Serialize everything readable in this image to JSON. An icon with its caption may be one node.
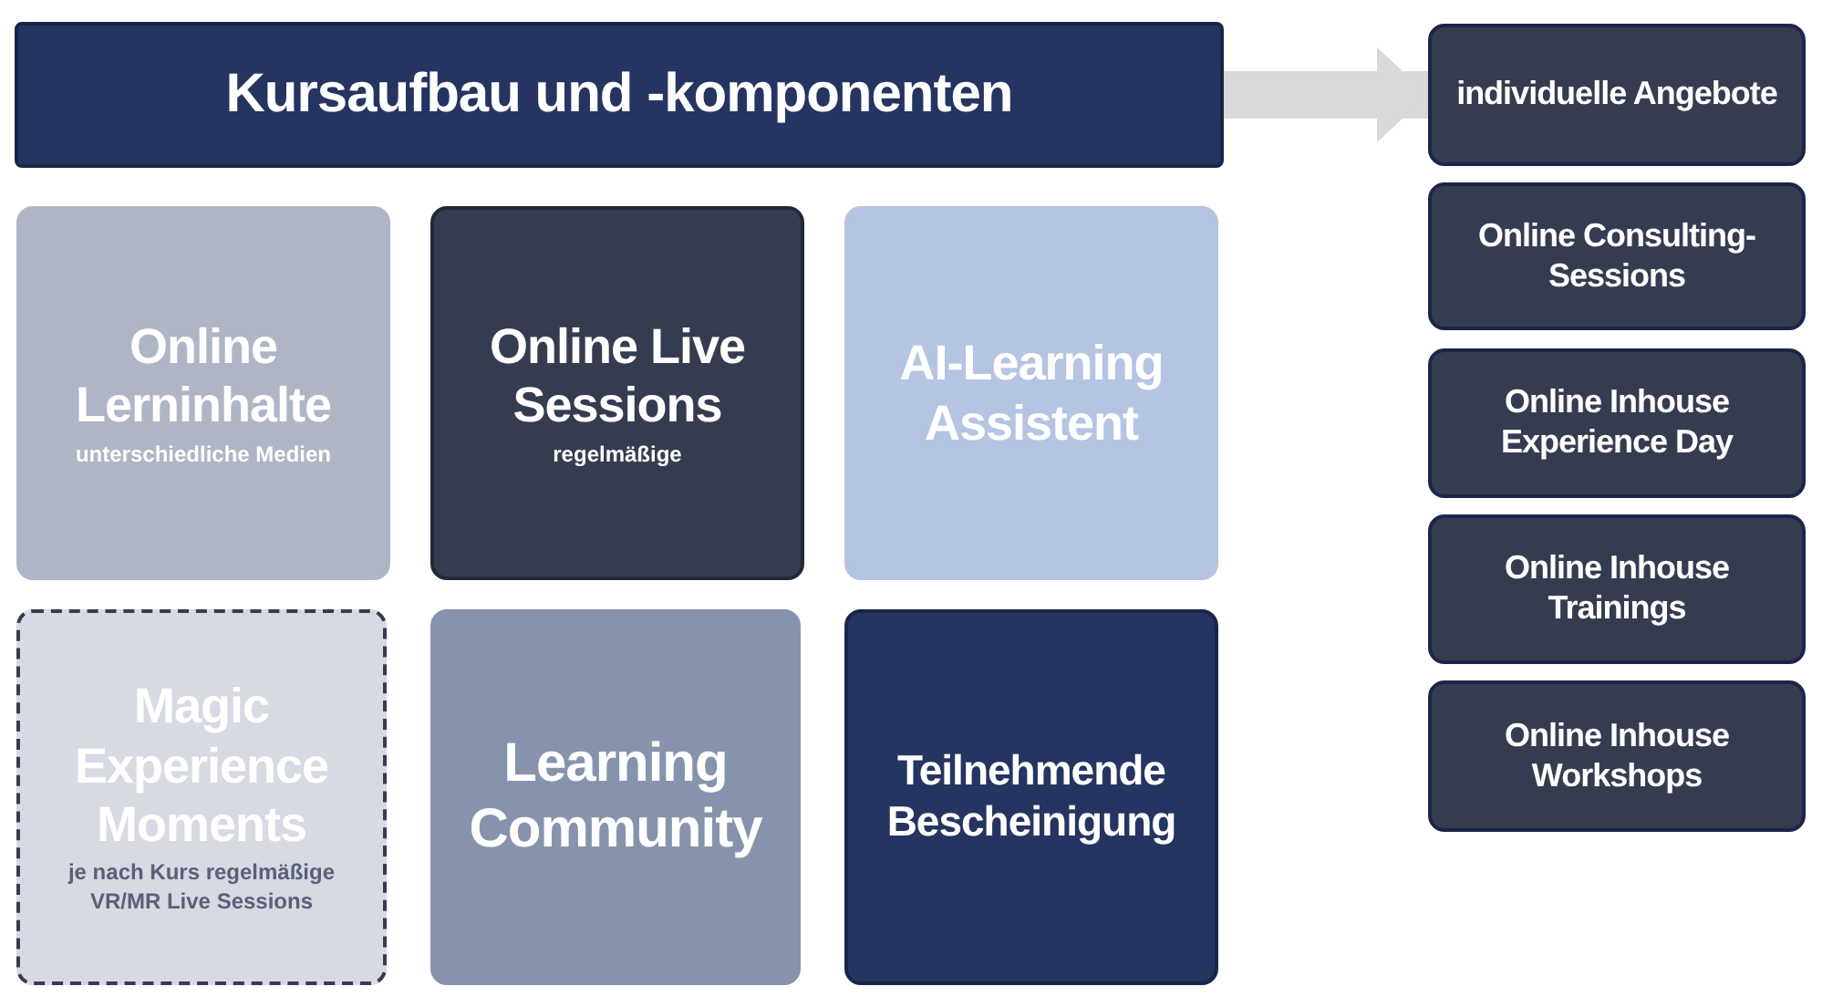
{
  "diagram": {
    "nodes": [
      {
        "text": [
          "Kursaufbau und -komponenten"
        ]
      },
      {
        "text": [
          "Online Lerninhalte",
          "unterschiedliche Medien"
        ]
      },
      {
        "text": [
          "Online Live Sessions",
          "regelmäßige"
        ]
      },
      {
        "text": [
          "AI-Learning Assistent"
        ]
      },
      {
        "text": [
          "Magic Experience Moments",
          "je nach Kurs regelmäßige VR/MR Live Sessions"
        ]
      },
      {
        "text": [
          "Learning Community"
        ]
      },
      {
        "text": [
          "Teilnehmende Bescheinigung"
        ]
      },
      {
        "text": [
          "individuelle Angebote"
        ]
      },
      {
        "text": [
          "Online Consulting-Sessions"
        ]
      },
      {
        "text": [
          "Online Inhouse Experience Day"
        ]
      },
      {
        "text": [
          "Online Inhouse Trainings"
        ]
      },
      {
        "text": [
          "Online Inhouse Workshops"
        ]
      }
    ],
    "edges": [
      {
        "from": 0,
        "to": 7,
        "arrow": "to"
      }
    ]
  }
}
